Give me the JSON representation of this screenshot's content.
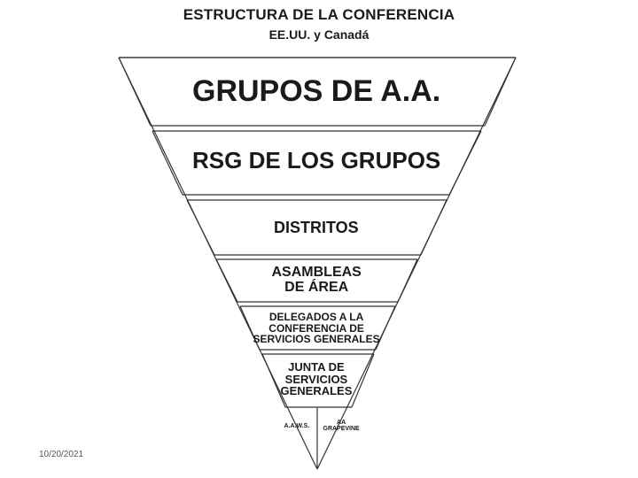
{
  "header": {
    "title": "ESTRUCTURA DE LA CONFERENCIA",
    "subtitle": "EE.UU. y Canadá"
  },
  "pyramid": {
    "levels": [
      {
        "label": "GRUPOS DE A.A."
      },
      {
        "label": "RSG DE LOS GRUPOS"
      },
      {
        "label": "DISTRITOS"
      },
      {
        "label": "ASAMBLEAS\nDE ÁREA"
      },
      {
        "label": "DELEGADOS A LA\nCONFERENCIA DE\nSERVICIOS GENERALES"
      },
      {
        "label": "JUNTA DE\nSERVICIOS\nGENERALES"
      }
    ],
    "tip_left": "A.A.W.S.",
    "tip_right": "AA\nGRAPEVINE"
  },
  "footer": {
    "date": "10/20/2021"
  },
  "colors": {
    "stroke": "#333333",
    "text": "#1a1a1a"
  }
}
